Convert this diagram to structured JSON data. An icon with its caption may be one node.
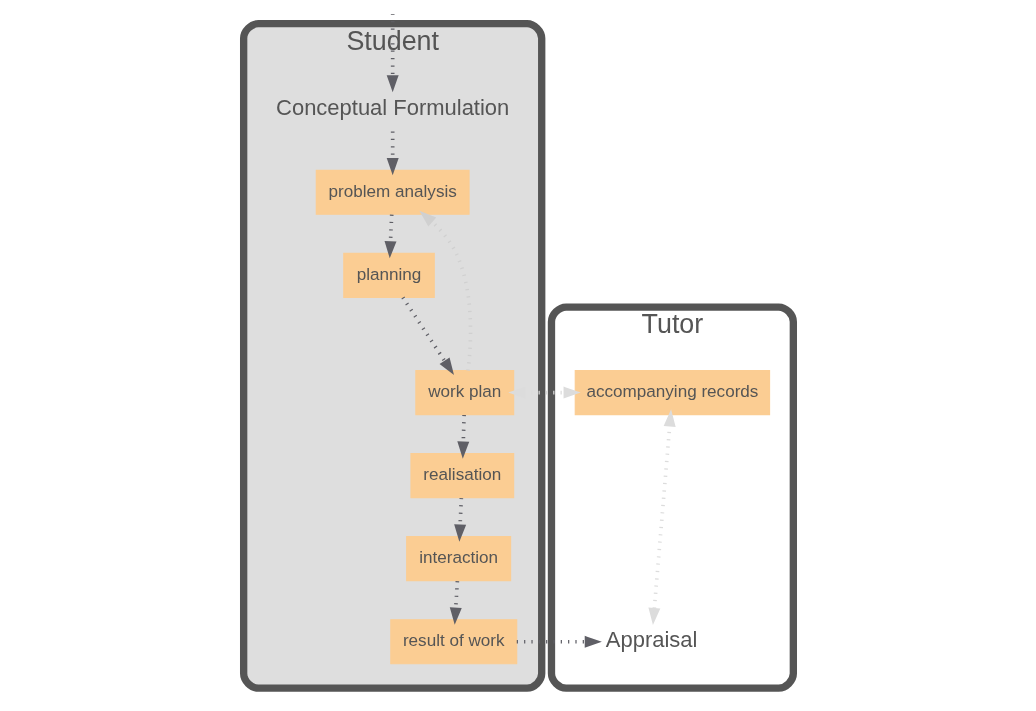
{
  "diagram": {
    "nodes": [
      {
        "text": [
          "Student"
        ]
      },
      {
        "text": [
          "Tutor"
        ]
      },
      {
        "text": [
          "Conceptual Formulation"
        ],
        "in": 0
      },
      {
        "text": [
          "problem analysis"
        ],
        "in": 0
      },
      {
        "text": [
          "planning"
        ],
        "in": 0
      },
      {
        "text": [
          "realisation"
        ],
        "in": 0
      },
      {
        "text": [
          "interaction"
        ],
        "in": 0
      },
      {
        "text": [
          "work plan"
        ],
        "in": 0
      },
      {
        "text": [
          "accompanying records"
        ],
        "in": 1
      },
      {
        "text": [
          "result of work"
        ],
        "in": 0
      },
      {
        "text": [
          "Appraisal"
        ],
        "in": 1
      }
    ],
    "edges": [
      {
        "from": null,
        "to": 2,
        "arrow": "to"
      },
      {
        "from": 2,
        "to": 3,
        "arrow": "to"
      },
      {
        "from": 3,
        "to": 4,
        "arrow": "to"
      },
      {
        "from": 4,
        "to": 7,
        "arrow": "to"
      },
      {
        "from": 7,
        "to": 3,
        "arrow": "to",
        "color": "#d0d0d0"
      },
      {
        "from": 7,
        "to": 5,
        "arrow": "to"
      },
      {
        "from": 7,
        "to": 8,
        "arrow": "both",
        "color": "#dcdcdc"
      },
      {
        "from": 5,
        "to": 6,
        "arrow": "to"
      },
      {
        "from": 6,
        "to": 9,
        "arrow": "to"
      },
      {
        "from": 8,
        "to": 10,
        "arrow": "both",
        "color": "#dcdcdc"
      },
      {
        "from": 9,
        "to": 10,
        "arrow": "to"
      }
    ]
  }
}
